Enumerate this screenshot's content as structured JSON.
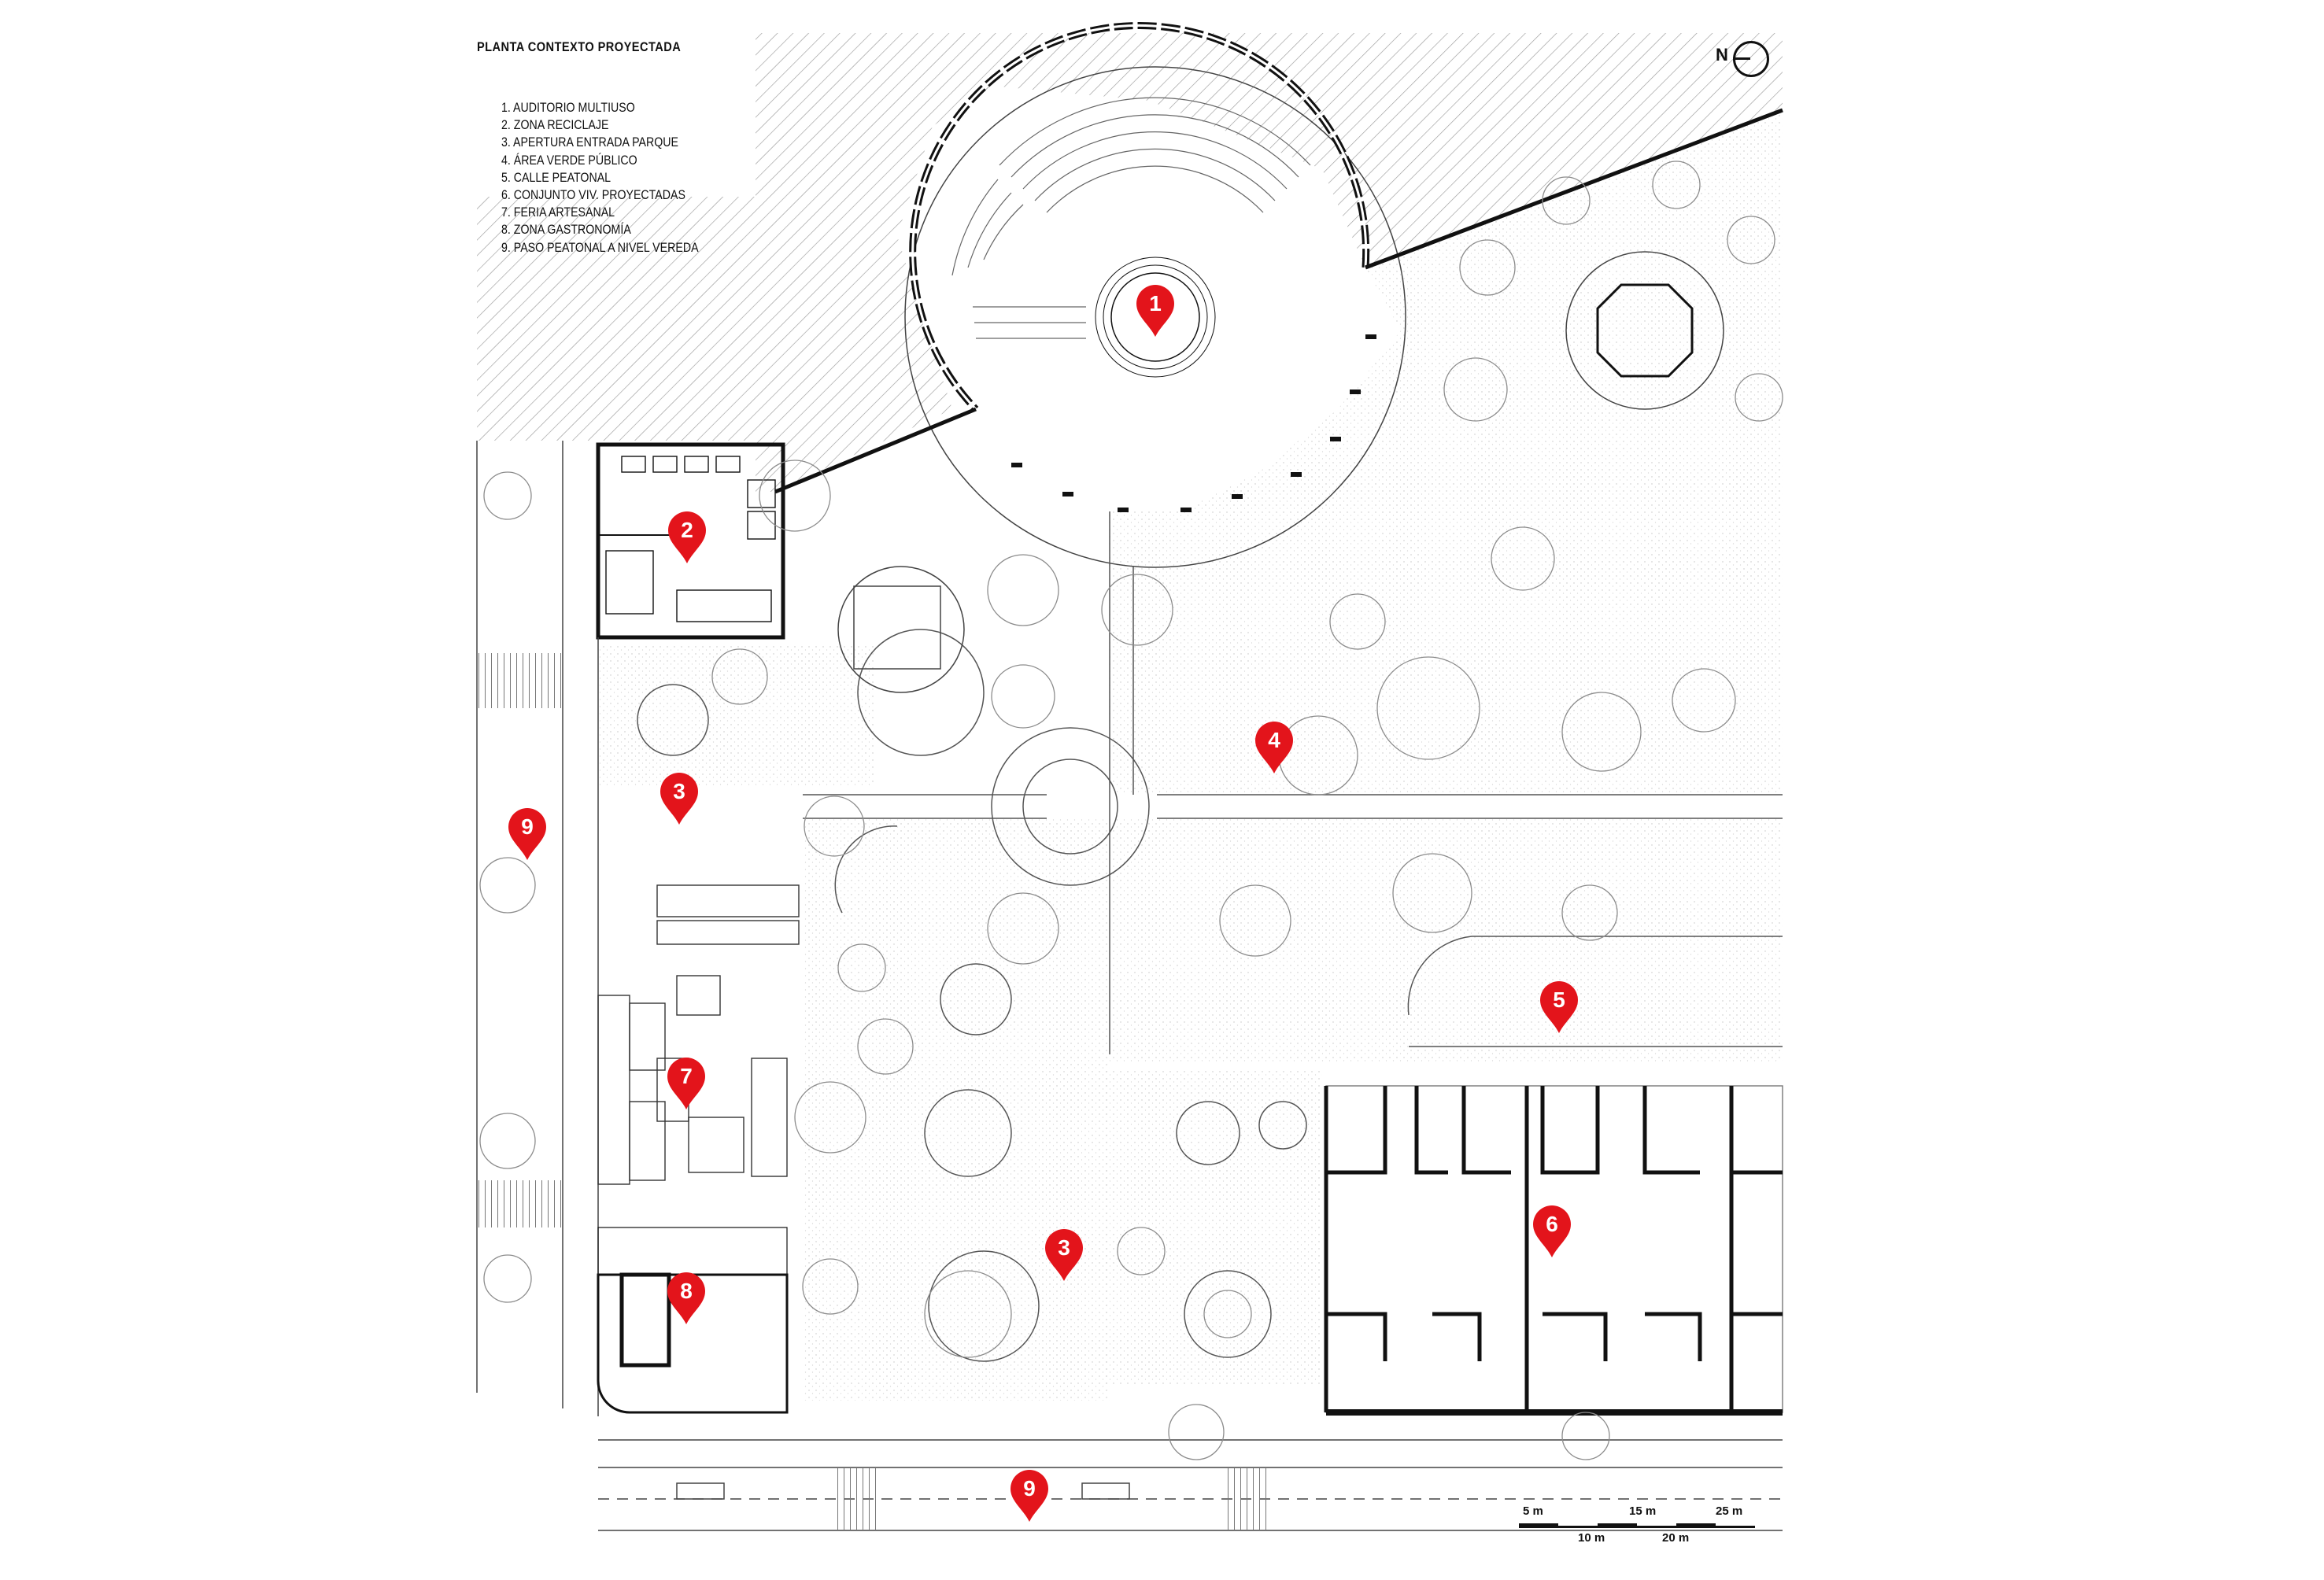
{
  "title": "PLANTA CONTEXTO PROYECTADA",
  "legend": [
    "1. AUDITORIO MULTIUSO",
    "2. ZONA RECICLAJE",
    "3. APERTURA ENTRADA PARQUE",
    "4. ÁREA VERDE PÚBLICO",
    "5. CALLE PEATONAL",
    "6. CONJUNTO VIV. PROYECTADAS",
    "7. FERIA ARTESANAL",
    "8. ZONA GASTRONOMÍA",
    "9. PASO PEATONAL A NIVEL VEREDA"
  ],
  "north_label": "N",
  "markers": [
    "1",
    "2",
    "3",
    "4",
    "5",
    "6",
    "7",
    "8",
    "3",
    "9",
    "9"
  ],
  "scale_bar": {
    "top_labels": [
      "5 m",
      "15 m",
      "25 m"
    ],
    "bottom_labels": [
      "10 m",
      "20 m"
    ]
  },
  "colors": {
    "marker": "#e3141b",
    "linework": "#111111",
    "hatch": "#9a9a9a",
    "vegetation": "#8c8c8c"
  }
}
